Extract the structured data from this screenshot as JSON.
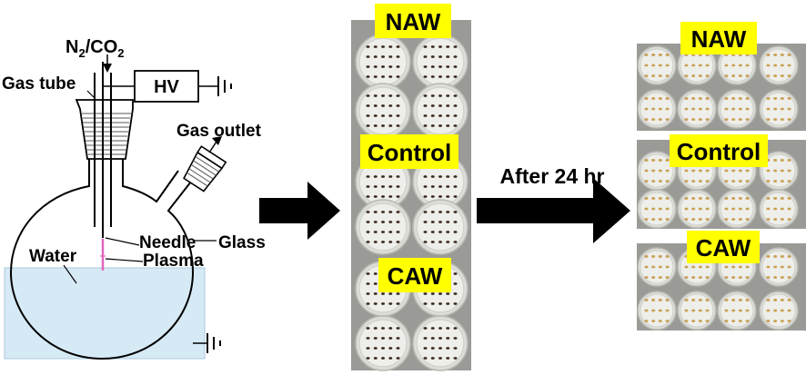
{
  "apparatus": {
    "gas_label_main": "N",
    "gas_label_sub1": "2",
    "gas_label_mid": "/CO",
    "gas_label_sub2": "2",
    "gas_tube": "Gas tube",
    "hv": "HV",
    "gas_outlet": "Gas outlet",
    "needle": "Needle",
    "plasma": "Plasma",
    "water": "Water",
    "glass": "Glass"
  },
  "arrow_label": "After 24 hr",
  "before_panel": {
    "tags": [
      "NAW",
      "Control",
      "CAW"
    ]
  },
  "after_panel": {
    "tags": [
      "NAW",
      "Control",
      "CAW"
    ]
  },
  "colors": {
    "water": "#d6eaf6",
    "tag_background": "#ffff00",
    "plasma": "#e066c0"
  }
}
